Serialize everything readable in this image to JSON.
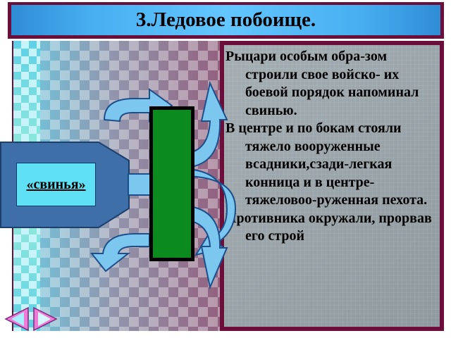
{
  "slide": {
    "title": "3.Ледовое побоище.",
    "formation_label": "«свинья»",
    "paragraphs": [
      "Рыцари особым обра-зом строили свое войско- их боевой порядок напоминал свинью.",
      "В  центре  и по  бокам стояли тяжело вооруженные всадники,сзади-легкая конница и в центре-тяжеловоо-руженная пехота.",
      "Противника окружали, прорвав его строй"
    ]
  },
  "colors": {
    "frame": "#6b0f3a",
    "title_bg": "#47aef0",
    "wedge_fill": "#3f6fa8",
    "label_fill": "#5fe0f4",
    "army_block": "#0b8a1d",
    "arrow_fill": "#7cc7f0"
  },
  "icons": {
    "prev": "back-arrow-icon",
    "next": "forward-arrow-icon"
  }
}
